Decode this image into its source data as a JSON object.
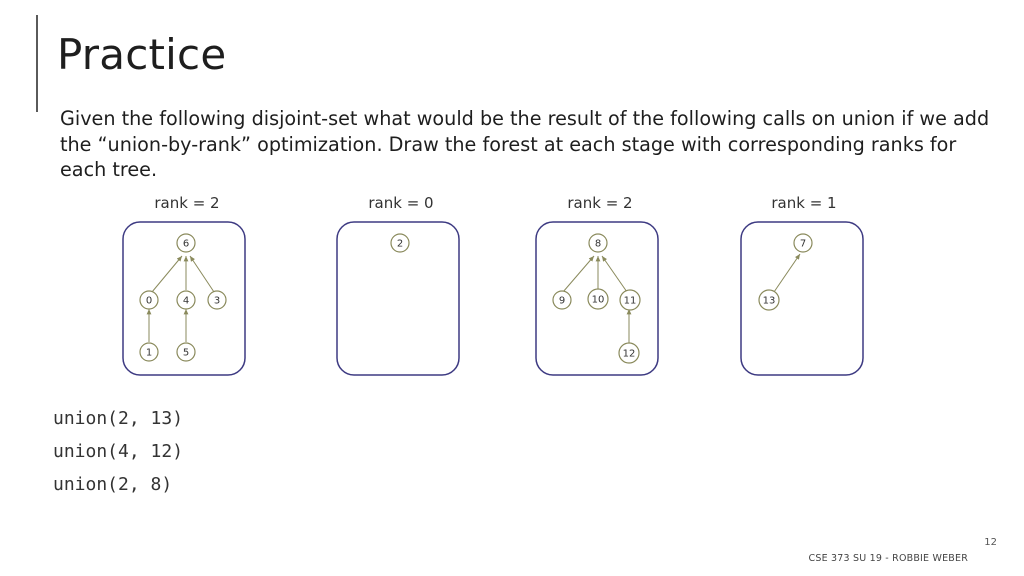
{
  "slide": {
    "title": "Practice",
    "instructions": "Given the following disjoint-set what would be the result of the following calls on union if we add the “union-by-rank” optimization. Draw the forest at each stage with corresponding ranks for each tree.",
    "rank_labels": [
      "rank = 2",
      "rank = 0",
      "rank = 2",
      "rank = 1"
    ],
    "nodes": {
      "n6": "6",
      "n0": "0",
      "n4": "4",
      "n3": "3",
      "n1": "1",
      "n5": "5",
      "n2": "2",
      "n8": "8",
      "n9": "9",
      "n10": "10",
      "n11": "11",
      "n12": "12",
      "n7": "7",
      "n13": "13"
    },
    "calls": [
      "union(2, 13)",
      "union(4, 12)",
      "union(2, 8)"
    ],
    "page_number": "12",
    "footer": "CSE 373 SU 19 - ROBBIE WEBER"
  },
  "colors": {
    "tree_box_border": "#3d3a82",
    "node_stroke": "#8a8a5c",
    "edge": "#8a8a5c"
  }
}
